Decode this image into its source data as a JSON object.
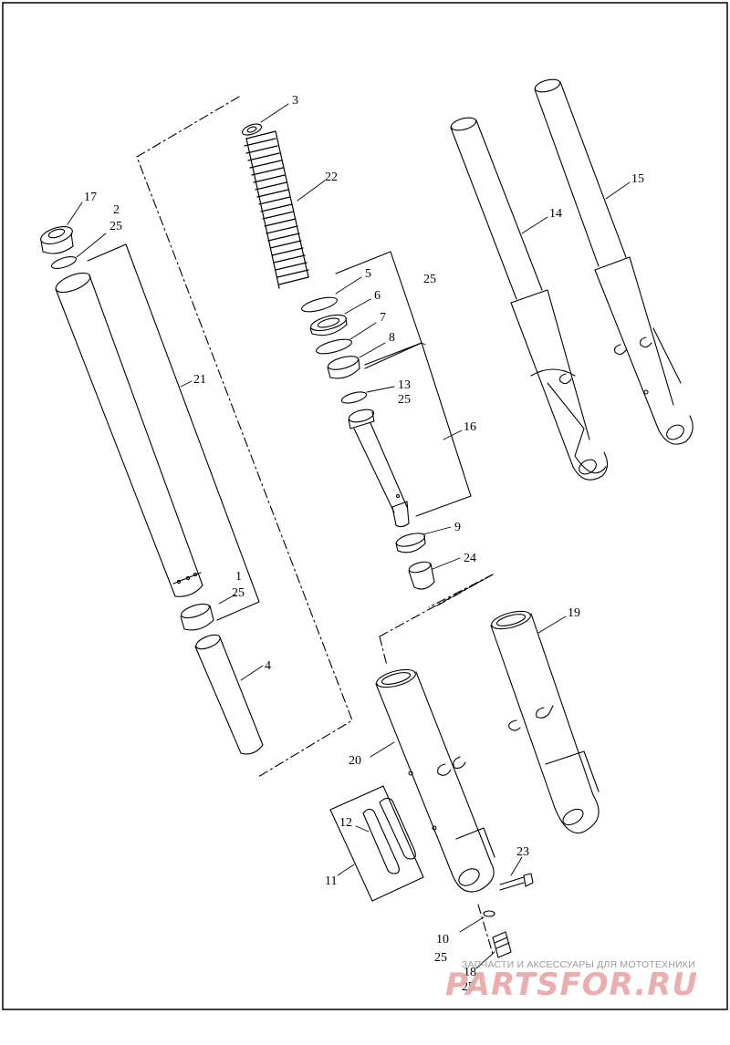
{
  "callouts": {
    "c3": "3",
    "c22": "22",
    "c17": "17",
    "c2": "2",
    "c25a": "25",
    "c5": "5",
    "c25b": "25",
    "c6": "6",
    "c7": "7",
    "c8": "8",
    "c13": "13",
    "c25c": "25",
    "c16": "16",
    "c21": "21",
    "c14": "14",
    "c15": "15",
    "c9": "9",
    "c24": "24",
    "c1": "1",
    "c25d": "25",
    "c19": "19",
    "c4": "4",
    "c20": "20",
    "c12": "12",
    "c11": "11",
    "c23": "23",
    "c10": "10",
    "c25e": "25",
    "c18": "18",
    "c25f": "25"
  },
  "watermark": {
    "tagline": "ЗАПЧАСТИ И АКСЕССУАРЫ ДЛЯ МОТОТЕХНИКИ",
    "brand": "PARTSFOR.RU"
  }
}
